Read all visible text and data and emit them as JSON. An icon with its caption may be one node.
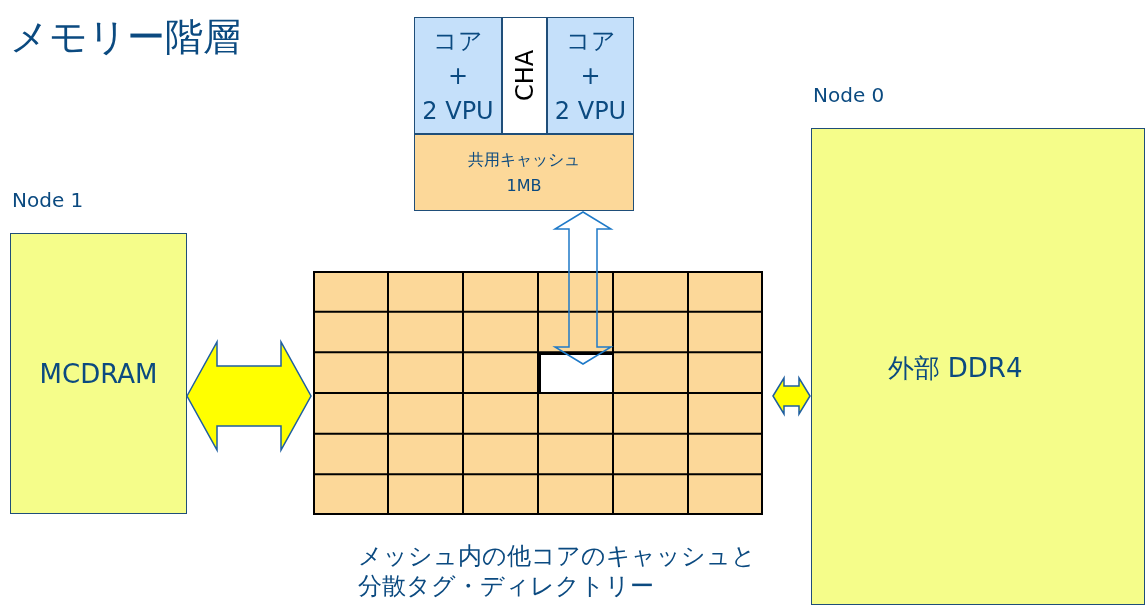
{
  "diagram": {
    "title": "メモリー階層",
    "nodes": [
      {
        "text": [
          "Node 1",
          "MCDRAM"
        ]
      },
      {
        "text": [],
        "shape": "box",
        "beside": [
          "メッシュ内の他コアのキャッシュと分散タグ・ディレクトリー"
        ]
      },
      {
        "text": [],
        "shape": "box",
        "in": 1
      },
      {
        "text": [],
        "shape": "box"
      },
      {
        "text": [
          "コア + 2 VPU"
        ],
        "in": 3
      },
      {
        "text": [
          "CHA"
        ],
        "in": 3
      },
      {
        "text": [
          "コア + 2 VPU"
        ],
        "in": 3
      },
      {
        "text": [
          "共用キャッシュ 1MB"
        ],
        "in": 3
      },
      {
        "text": [
          "Node 0",
          "外部 DDR4"
        ]
      }
    ],
    "edges": [
      {
        "from": 0,
        "to": 1,
        "arrow": "both"
      },
      {
        "from": 1,
        "to": 8,
        "arrow": "both"
      },
      {
        "from": 7,
        "to": 2,
        "arrow": "both",
        "color": "#1f7ac8"
      }
    ]
  }
}
